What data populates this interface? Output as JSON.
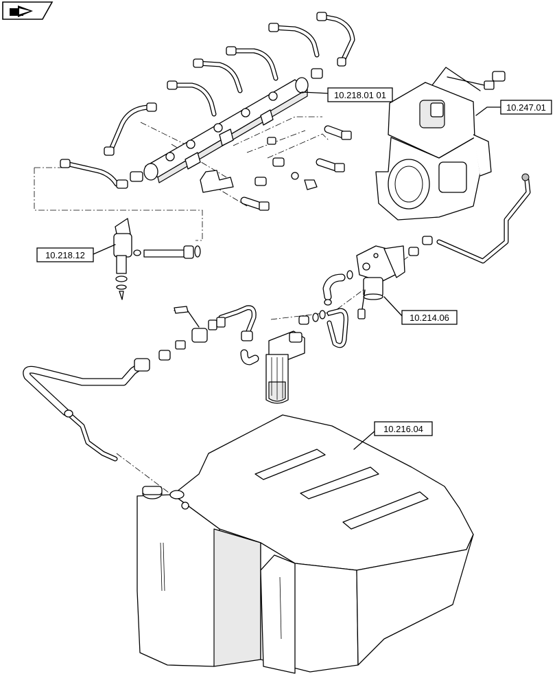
{
  "nav_icon": "next-arrow-icon",
  "callouts": [
    {
      "id": "fuel-rail",
      "label": "10.218.01 01"
    },
    {
      "id": "injection-pump",
      "label": "10.247.01"
    },
    {
      "id": "injector",
      "label": "10.218.12"
    },
    {
      "id": "fuel-filter",
      "label": "10.214.06"
    },
    {
      "id": "fuel-tank",
      "label": "10.216.04"
    }
  ],
  "colors": {
    "line": "#000000",
    "background": "#ffffff",
    "shade": "#e9e9e9"
  }
}
